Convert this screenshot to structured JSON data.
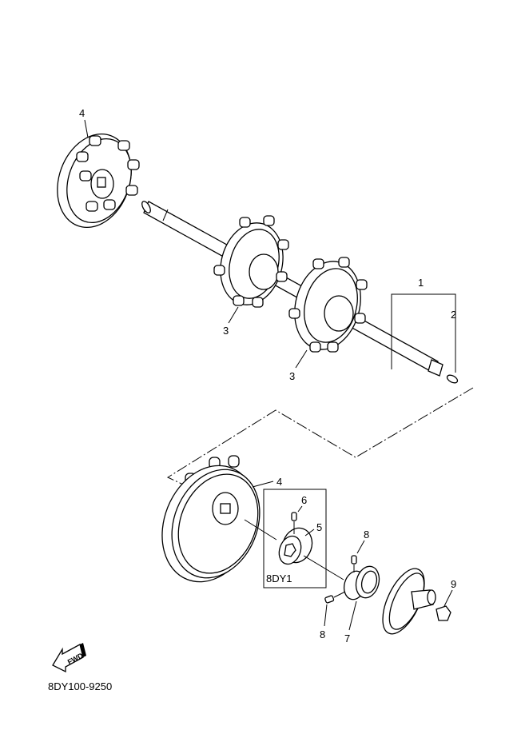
{
  "diagram": {
    "callouts": {
      "sprocket_top": "4",
      "sprocket_a": "3",
      "sprocket_b": "3",
      "shaft_assembly": "1",
      "shaft_pin": "2",
      "drive_sprocket": "4",
      "collar": "5",
      "collar_screw": "6",
      "bearing": "7",
      "bearing_screw_top": "8",
      "bearing_screw_bottom": "8",
      "hub_nut": "9"
    },
    "option_box_label": "8DY1",
    "direction_label": "FWD",
    "diagram_code": "8DY100-9250"
  }
}
